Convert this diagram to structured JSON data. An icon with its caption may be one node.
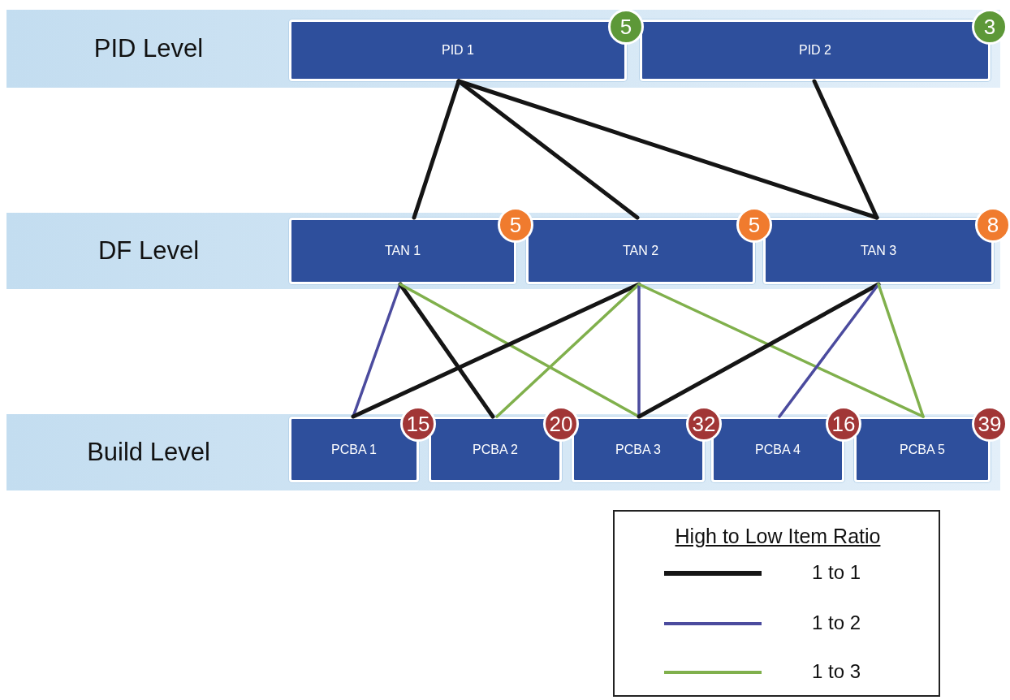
{
  "diagram": {
    "nodes": [
      {
        "text": [
          "PID Level"
        ]
      },
      {
        "text": [
          "PID 1",
          "5"
        ],
        "in": 0
      },
      {
        "text": [
          "PID 2",
          "3"
        ],
        "in": 0
      },
      {
        "text": [
          "DF Level"
        ]
      },
      {
        "text": [
          "TAN 1",
          "5"
        ],
        "in": 3
      },
      {
        "text": [
          "TAN 2",
          "5"
        ],
        "in": 3
      },
      {
        "text": [
          "TAN 3",
          "8"
        ],
        "in": 3
      },
      {
        "text": [
          "Build Level"
        ]
      },
      {
        "text": [
          "PCBA 1",
          "15"
        ],
        "in": 7
      },
      {
        "text": [
          "PCBA 2",
          "20"
        ],
        "in": 7
      },
      {
        "text": [
          "PCBA 3",
          "32"
        ],
        "in": 7
      },
      {
        "text": [
          "PCBA 4",
          "16"
        ],
        "in": 7
      },
      {
        "text": [
          "PCBA 5",
          "39"
        ],
        "in": 7
      }
    ],
    "edges": [
      {
        "from": 1,
        "to": 4,
        "arrow": "none"
      },
      {
        "from": 1,
        "to": 5,
        "arrow": "none"
      },
      {
        "from": 1,
        "to": 6,
        "arrow": "none"
      },
      {
        "from": 2,
        "to": 6,
        "arrow": "none"
      },
      {
        "from": 4,
        "to": 8,
        "arrow": "none",
        "color": "#4b4b9e"
      },
      {
        "from": 4,
        "to": 9,
        "arrow": "none"
      },
      {
        "from": 4,
        "to": 10,
        "arrow": "none",
        "color": "#80b04c"
      },
      {
        "from": 5,
        "to": 8,
        "arrow": "none"
      },
      {
        "from": 5,
        "to": 9,
        "arrow": "none",
        "color": "#80b04c"
      },
      {
        "from": 5,
        "to": 10,
        "arrow": "none",
        "color": "#4b4b9e"
      },
      {
        "from": 5,
        "to": 12,
        "arrow": "none",
        "color": "#80b04c"
      },
      {
        "from": 6,
        "to": 10,
        "arrow": "none"
      },
      {
        "from": 6,
        "to": 11,
        "arrow": "none",
        "color": "#4b4b9e"
      },
      {
        "from": 6,
        "to": 12,
        "arrow": "none",
        "color": "#80b04c"
      }
    ],
    "labels": [
      "High to Low Item Ratio"
    ],
    "legend": [
      {
        "text": "1 to 1",
        "color": "#151515"
      },
      {
        "text": "1 to 2",
        "color": "#4b4b9e"
      },
      {
        "text": "1 to 3",
        "color": "#80b04c"
      }
    ]
  }
}
